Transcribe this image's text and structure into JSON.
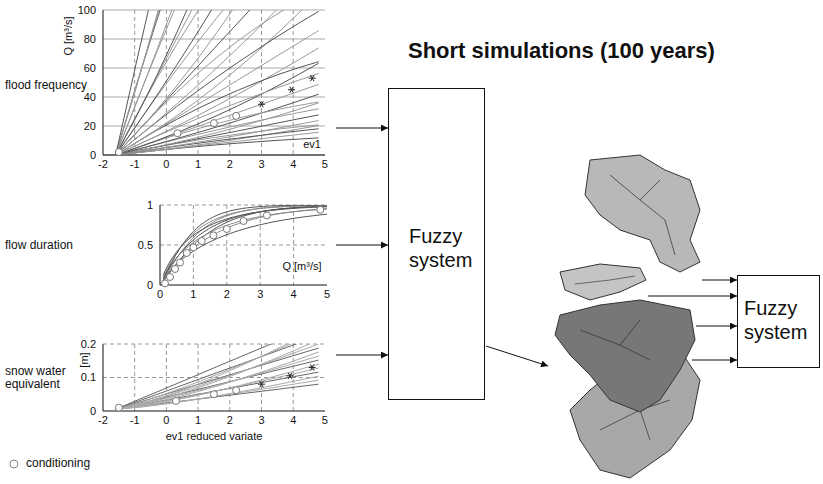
{
  "diagram": {
    "title": "Short simulations (100 years)",
    "nodes": [
      {
        "text": [
          "flood frequency"
        ]
      },
      {
        "text": [
          "flow duration"
        ]
      },
      {
        "text": [
          "snow water equivalent"
        ]
      },
      {
        "text": [
          "Fuzzy system"
        ]
      },
      {
        "text": [
          "Fuzzy system"
        ]
      }
    ],
    "edges": [
      {
        "from": 0,
        "to": 3,
        "arrow": "to"
      },
      {
        "from": 1,
        "to": 3,
        "arrow": "to"
      },
      {
        "from": 2,
        "to": 3,
        "arrow": "to"
      }
    ],
    "labels": [
      "100",
      "80",
      "60",
      "40",
      "20",
      "0",
      "-2",
      "-1",
      "0",
      "1",
      "2",
      "3",
      "4",
      "5",
      "Q [m³/s]",
      "ev1",
      "1",
      "0.5",
      "0",
      "0",
      "1",
      "2",
      "3",
      "4",
      "5",
      "Q [m³/s]",
      "0.2",
      "0.1",
      "0",
      "-2",
      "-1",
      "0",
      "1",
      "2",
      "3",
      "4",
      "5",
      "[m]",
      "ev1 reduced variate"
    ],
    "legend": [
      {
        "text": "conditioning"
      }
    ]
  }
}
